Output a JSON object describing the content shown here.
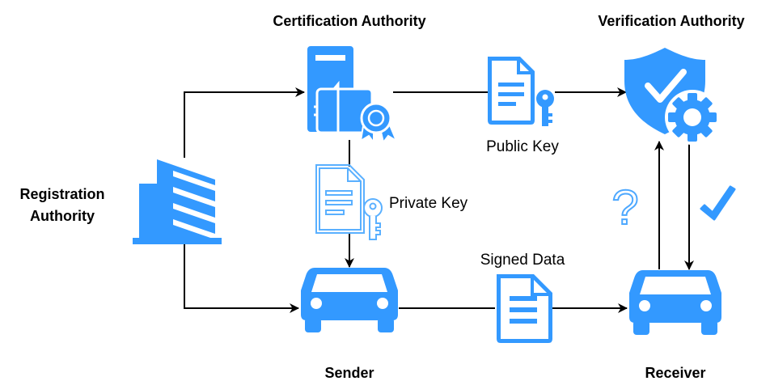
{
  "nodes": {
    "certification_authority": "Certification Authority",
    "verification_authority": "Verification Authority",
    "registration_authority": [
      "Registration",
      "Authority"
    ],
    "sender": "Sender",
    "receiver": "Receiver"
  },
  "edges": {
    "public_key": "Public Key",
    "private_key": "Private Key",
    "signed_data": "Signed Data",
    "question_mark": "?"
  },
  "icons": {
    "certification_authority": "server-certificate-icon",
    "verification_authority": "shield-check-gear-icon",
    "registration_authority": "office-building-icon",
    "sender": "car-icon",
    "receiver": "car-icon",
    "public_key": "document-key-icon",
    "private_key": "document-key-outline-icon",
    "signed_data": "document-icon",
    "verified": "checkmark-icon"
  },
  "colors": {
    "accent": "#3399FF",
    "accent_outline": "#5AB0FF",
    "line": "#000000"
  }
}
